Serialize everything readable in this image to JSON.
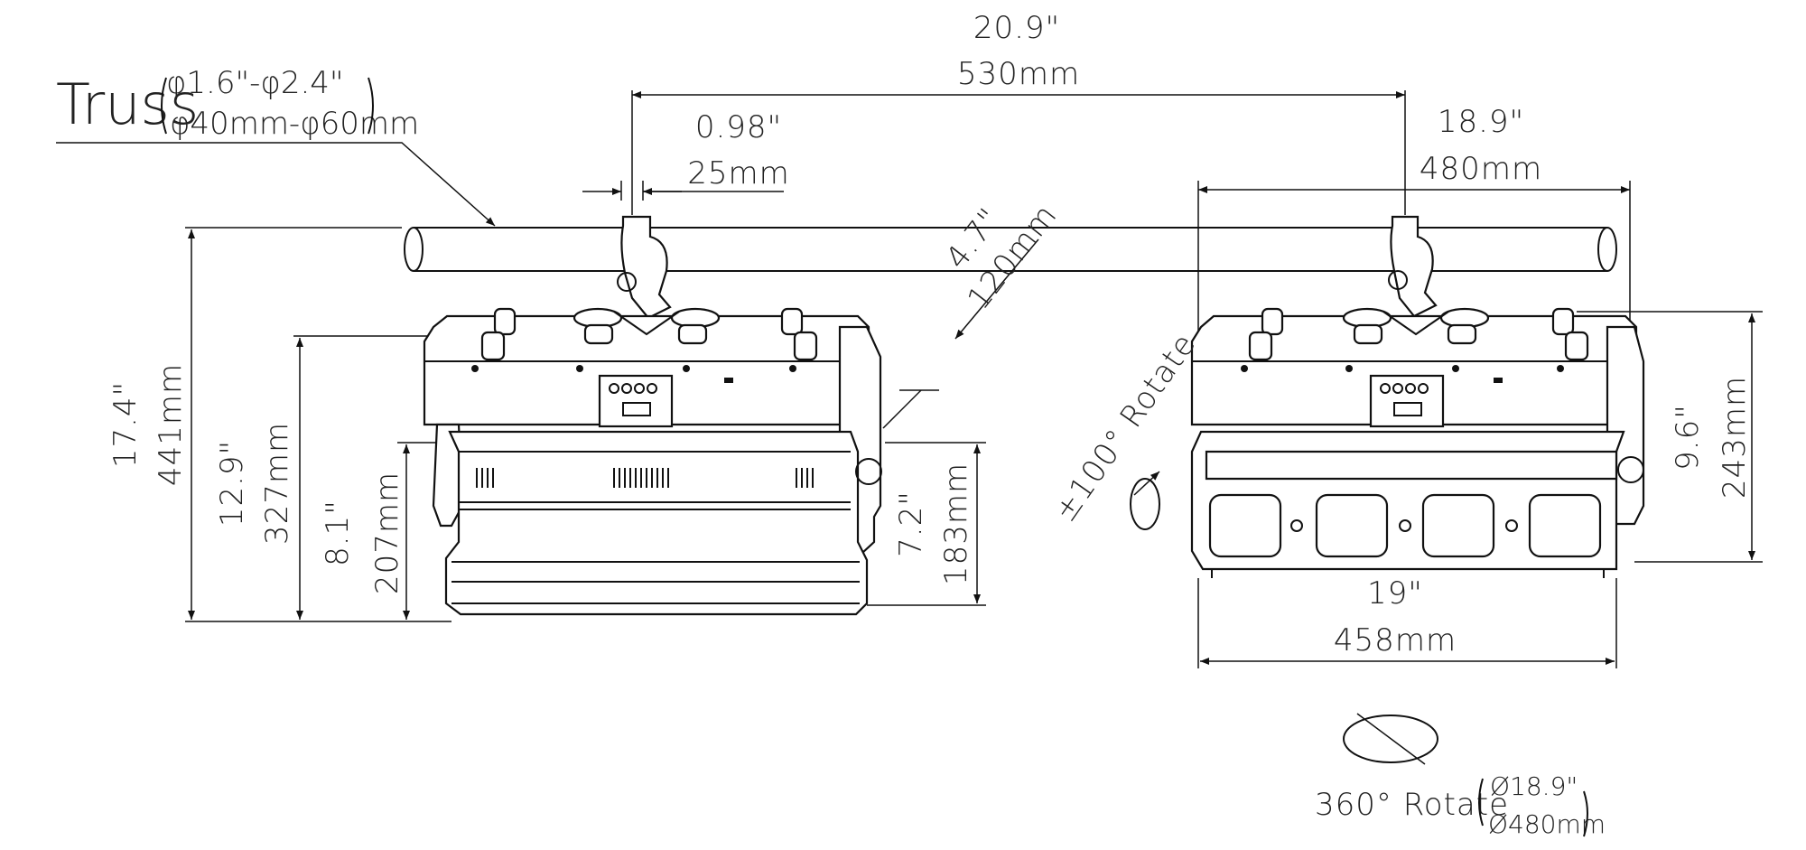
{
  "truss": {
    "label": "Truss",
    "range_in": "φ1.6\"-φ2.4\"",
    "range_mm": "φ40mm-φ60mm"
  },
  "dimensions": {
    "top_width_in": "20.9\"",
    "top_width_mm": "530mm",
    "clamp_width_in": "0.98\"",
    "clamp_width_mm": "25mm",
    "right_width_in": "18.9\"",
    "right_width_mm": "480mm",
    "diag_in": "4.7\"",
    "diag_mm": "120mm",
    "total_height_in": "17.4\"",
    "total_height_mm": "441mm",
    "mid_height_in": "12.9\"",
    "mid_height_mm": "327mm",
    "low_height_in": "8.1\"",
    "low_height_mm": "207mm",
    "head_height_in": "7.2\"",
    "head_height_mm": "183mm",
    "right_height_in": "9.6\"",
    "right_height_mm": "243mm",
    "bottom_width_in": "19\"",
    "bottom_width_mm": "458mm"
  },
  "rotation": {
    "tilt_label": "±100° Rotate",
    "pan_label": "360° Rotate",
    "pan_diam_in": "Ø18.9\"",
    "pan_diam_mm": "Ø480mm"
  }
}
